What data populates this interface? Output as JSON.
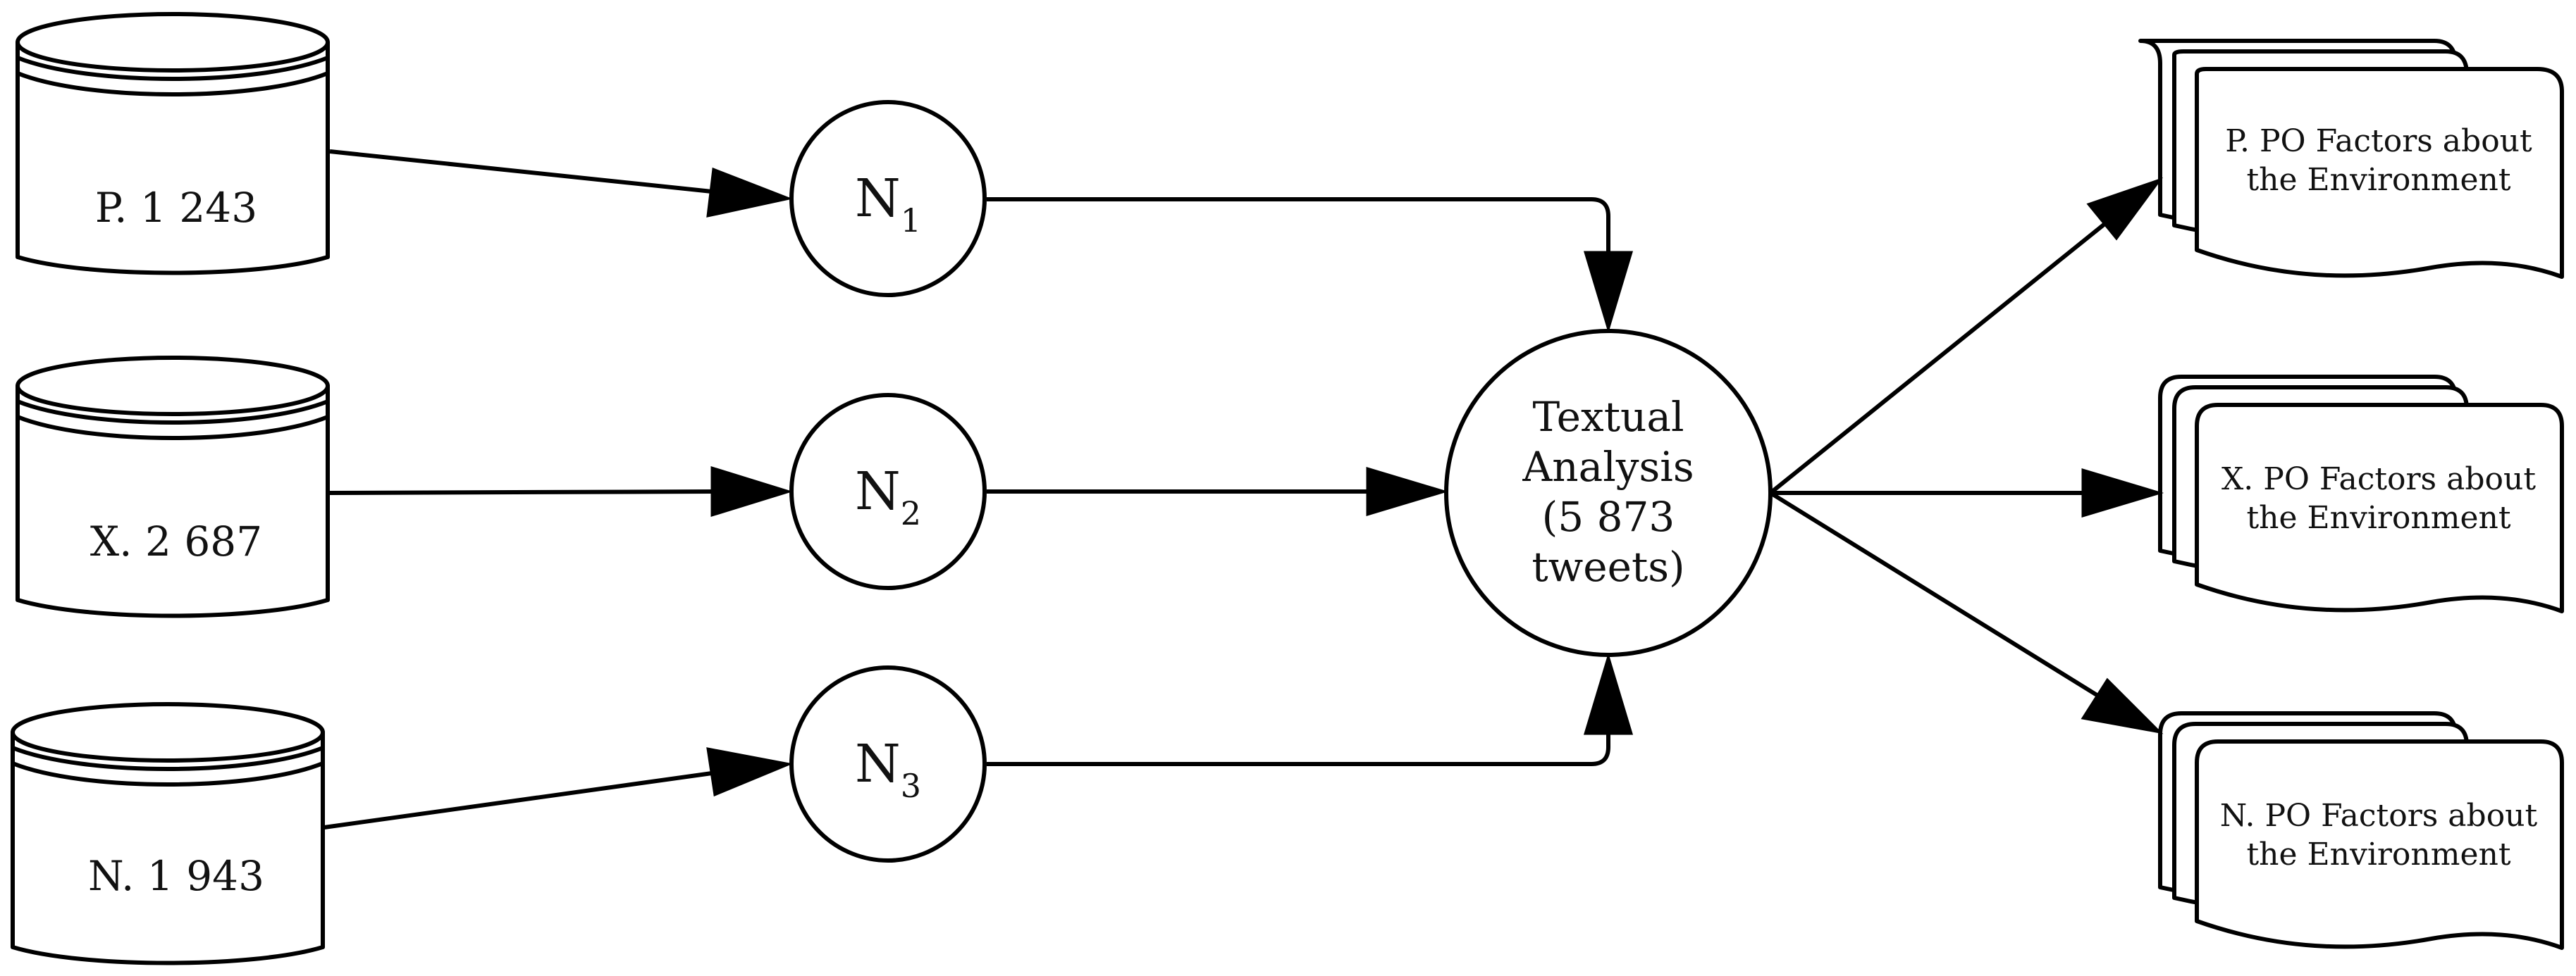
{
  "sources": [
    {
      "id": "P",
      "label": "P. 1 243"
    },
    {
      "id": "X",
      "label": "X. 2 687"
    },
    {
      "id": "N",
      "label": "N. 1 943"
    }
  ],
  "nodes": [
    {
      "main": "N",
      "sub": "1"
    },
    {
      "main": "N",
      "sub": "2"
    },
    {
      "main": "N",
      "sub": "3"
    }
  ],
  "center": {
    "lines": [
      "Textual",
      "Analysis",
      "(5 873",
      "tweets)"
    ]
  },
  "outputs": [
    {
      "lines": [
        "P. PO Factors about",
        "the Environment"
      ]
    },
    {
      "lines": [
        "X. PO Factors about",
        "the Environment"
      ]
    },
    {
      "lines": [
        "N. PO Factors about",
        "the Environment"
      ]
    }
  ],
  "colors": {
    "stroke": "#000000",
    "fill": "#ffffff",
    "text": "#111111"
  }
}
